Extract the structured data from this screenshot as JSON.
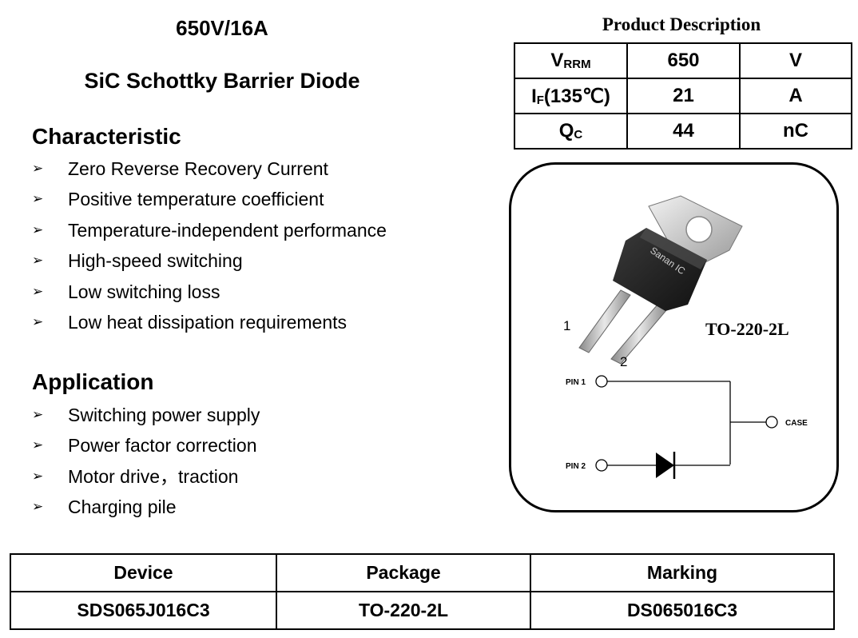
{
  "header": {
    "rating": "650V/16A",
    "device_type": "SiC Schottky Barrier Diode"
  },
  "characteristic": {
    "heading": "Characteristic",
    "items": [
      "Zero Reverse Recovery Current",
      "Positive temperature coefficient",
      "Temperature-independent performance",
      "High-speed switching",
      "Low switching loss",
      "Low heat dissipation requirements"
    ]
  },
  "application": {
    "heading": "Application",
    "items": [
      "Switching power supply",
      "Power factor correction",
      "Motor drive，traction",
      "Charging pile"
    ]
  },
  "bullet_glyph": "➢",
  "product_description": {
    "title": "Product Description",
    "rows": [
      {
        "param": "V",
        "param_sub": "RRM",
        "param_tail": "",
        "value": "650",
        "unit": "V"
      },
      {
        "param": "I",
        "param_sub": "F",
        "param_tail": "(135℃)",
        "value": "21",
        "unit": "A"
      },
      {
        "param": "Q",
        "param_sub": "C",
        "param_tail": "",
        "value": "44",
        "unit": "nC"
      }
    ]
  },
  "package_figure": {
    "brand": "Sanan IC",
    "package_name": "TO-220-2L",
    "lead_1": "1",
    "lead_2": "2",
    "pin1_label": "PIN 1",
    "pin2_label": "PIN 2",
    "case_label": "CASE"
  },
  "device_table": {
    "headers": [
      "Device",
      "Package",
      "Marking"
    ],
    "row": [
      "SDS065J016C3",
      "TO-220-2L",
      "DS065016C3"
    ]
  }
}
